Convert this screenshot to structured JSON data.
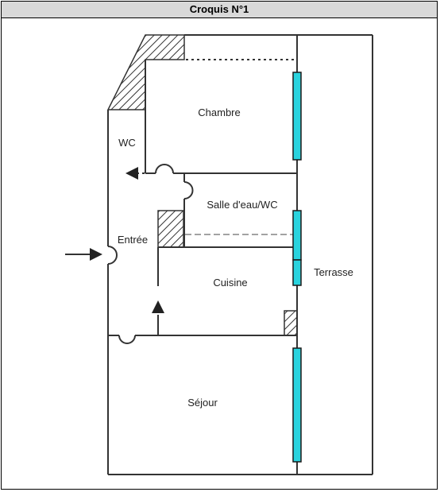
{
  "title": "Croquis N°1",
  "rooms": {
    "chambre": "Chambre",
    "wc": "WC",
    "salle_eau": "Salle d'eau/WC",
    "entree": "Entrée",
    "cuisine": "Cuisine",
    "terrasse": "Terrasse",
    "sejour": "Séjour"
  },
  "colors": {
    "wall": "#333333",
    "window": "#29d3de",
    "window_outline": "#1a1a1a"
  }
}
